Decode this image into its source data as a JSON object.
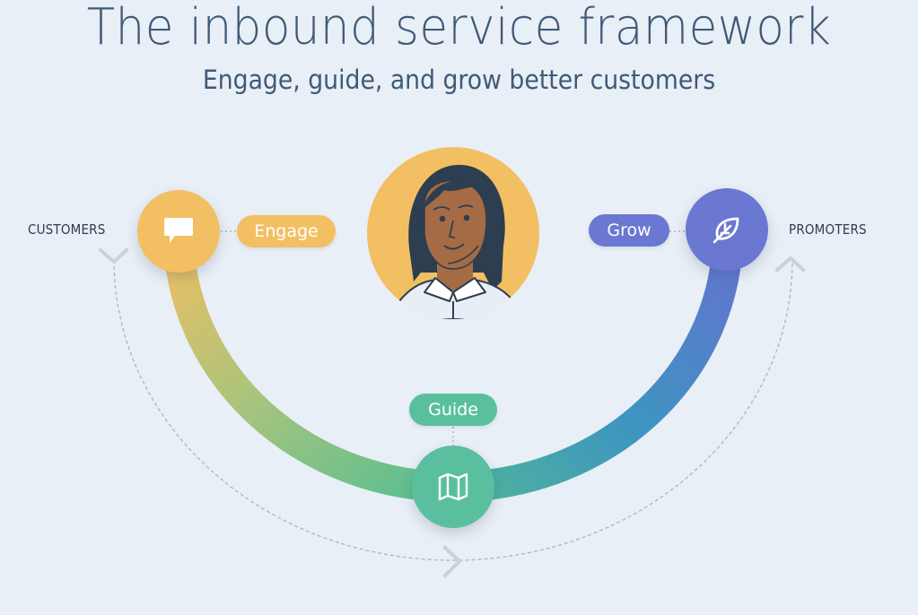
{
  "header": {
    "title": "The inbound service framework",
    "subtitle": "Engage, guide, and grow better customers"
  },
  "labels": {
    "left": "CUSTOMERS",
    "right": "PROMOTERS"
  },
  "stages": [
    {
      "label": "Engage",
      "icon": "chat-bubble-icon",
      "color": "#f3bf63"
    },
    {
      "label": "Guide",
      "icon": "map-icon",
      "color": "#5abf9e"
    },
    {
      "label": "Grow",
      "icon": "leaf-icon",
      "color": "#6a78d1"
    }
  ],
  "center": {
    "icon": "person-avatar",
    "background": "#f3bf63"
  },
  "colors": {
    "background": "#e9eff6",
    "title": "#3f5a78",
    "gradient_start": "#f3bf63",
    "gradient_mid": "#5abf8f",
    "gradient_blue": "#3f93c2",
    "gradient_end": "#6a78d1",
    "dashed_arc": "#aab4c0",
    "arrow": "#c9d2dc"
  }
}
